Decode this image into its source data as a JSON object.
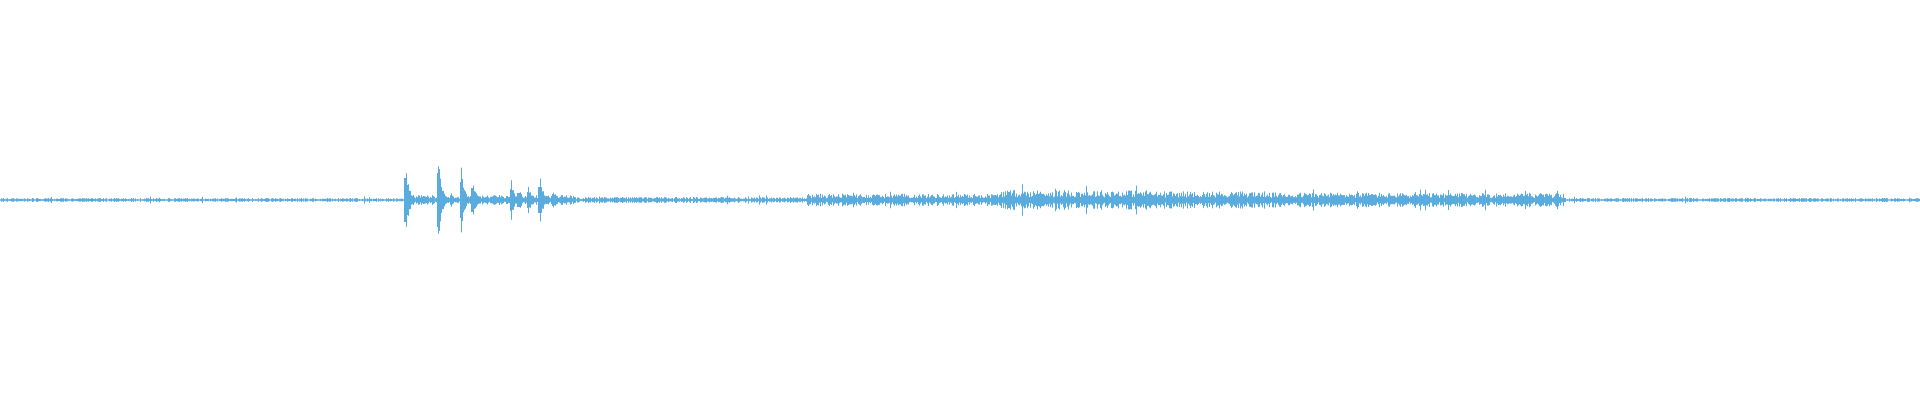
{
  "waveform": {
    "color": "#5aabde",
    "background": "#ffffff",
    "duration_fraction_samples": 1920,
    "peaks": [
      {
        "pos": 0.211,
        "amp": 0.22
      },
      {
        "pos": 0.228,
        "amp": 0.27
      },
      {
        "pos": 0.24,
        "amp": 0.18
      },
      {
        "pos": 0.246,
        "amp": 0.12
      },
      {
        "pos": 0.266,
        "amp": 0.11
      },
      {
        "pos": 0.27,
        "amp": 0.07
      },
      {
        "pos": 0.275,
        "amp": 0.08
      },
      {
        "pos": 0.281,
        "amp": 0.13
      },
      {
        "pos": 0.288,
        "amp": 0.06
      }
    ],
    "envelope": [
      {
        "from": 0.0,
        "to": 0.21,
        "amp": 0.008
      },
      {
        "from": 0.21,
        "to": 0.3,
        "amp": 0.02
      },
      {
        "from": 0.3,
        "to": 0.42,
        "amp": 0.012
      },
      {
        "from": 0.42,
        "to": 0.52,
        "amp": 0.025
      },
      {
        "from": 0.52,
        "to": 0.6,
        "amp": 0.04
      },
      {
        "from": 0.6,
        "to": 0.66,
        "amp": 0.035
      },
      {
        "from": 0.66,
        "to": 0.72,
        "amp": 0.03
      },
      {
        "from": 0.72,
        "to": 0.815,
        "amp": 0.028
      },
      {
        "from": 0.815,
        "to": 1.0,
        "amp": 0.008
      }
    ]
  }
}
